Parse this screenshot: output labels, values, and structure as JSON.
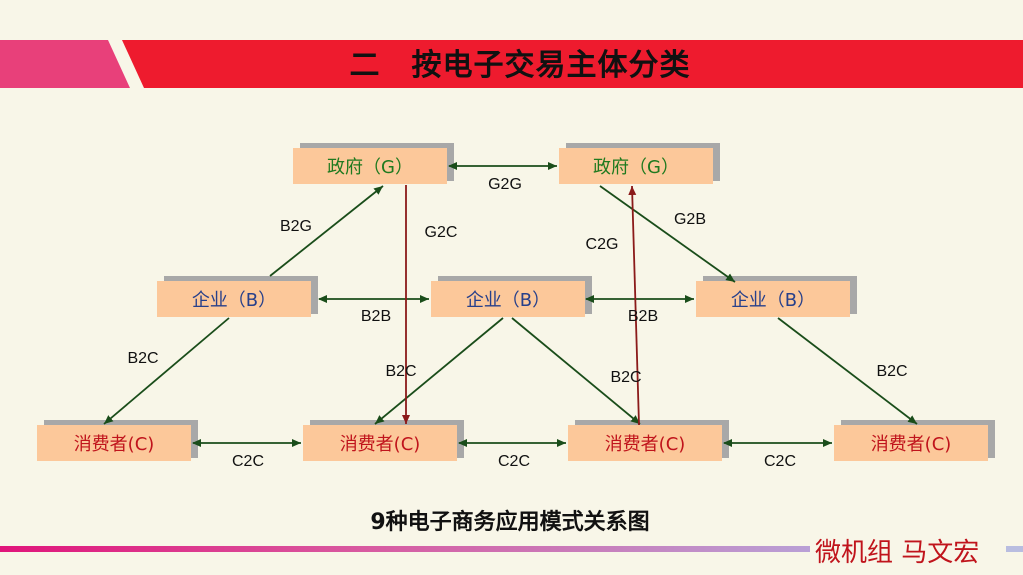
{
  "header": {
    "title": "二　按电子交易主体分类"
  },
  "diagram": {
    "nodes": {
      "gov_left": "政府（G）",
      "gov_right": "政府（G）",
      "biz_left": "企业（B）",
      "biz_mid": "企业（B）",
      "biz_right": "企业（B）",
      "con_1": "消费者(C)",
      "con_2": "消费者(C)",
      "con_3": "消费者(C)",
      "con_4": "消费者(C)"
    },
    "edges": {
      "g2g": "G2G",
      "b2g": "B2G",
      "g2c": "G2C",
      "c2g": "C2G",
      "g2b": "G2B",
      "b2b_left": "B2B",
      "b2b_right": "B2B",
      "b2c_left": "B2C",
      "b2c_mid_left": "B2C",
      "b2c_mid_right": "B2C",
      "b2c_right": "B2C",
      "c2c_1": "C2C",
      "c2c_2": "C2C",
      "c2c_3": "C2C"
    },
    "caption": "9种电子商务应用模式关系图"
  },
  "footer": {
    "author": "微机组 马文宏"
  },
  "colors": {
    "banner_red": "#ee1b2e",
    "banner_pink": "#e8407a",
    "node_fill": "#fcc89a",
    "green_arrow": "#1a4d1a",
    "red_arrow": "#8b1a1a"
  }
}
